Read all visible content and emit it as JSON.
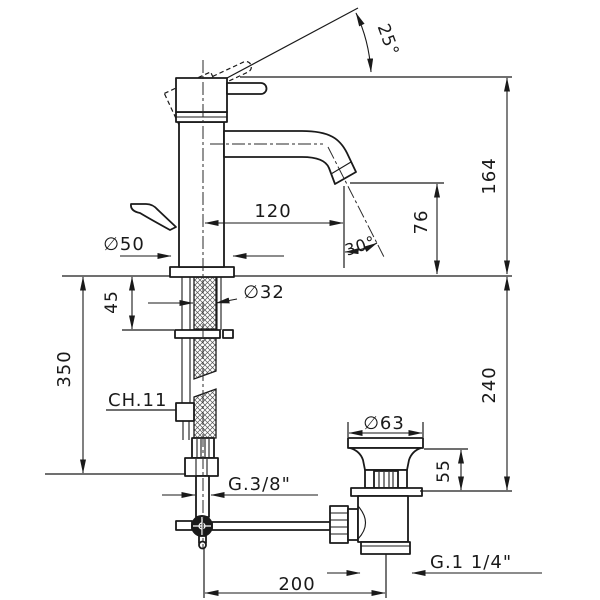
{
  "drawing": {
    "labels": {
      "handle_angle": "25°",
      "spout_total_height": "164",
      "spout_reach": "120",
      "outlet_height": "76",
      "outlet_angle": "30°",
      "base_diameter": "∅50",
      "shank_diameter": "∅32",
      "deck_thickness": "45",
      "hose_length": "350",
      "wrench_size": "CH.11",
      "below_deck_depth": "240",
      "waste_top_diameter": "∅63",
      "waste_top_height": "55",
      "supply_thread": "G.3/8\"",
      "waste_thread": "G.1 1/4\"",
      "rod_reach": "200"
    },
    "colors": {
      "ink": "#1a1a1a",
      "paper": "#ffffff"
    }
  }
}
